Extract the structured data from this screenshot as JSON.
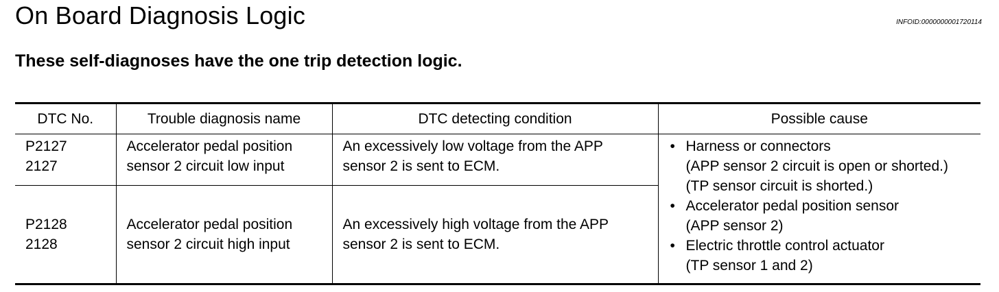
{
  "header": {
    "title": "On Board Diagnosis Logic",
    "info_id": "INFOID:0000000001720114"
  },
  "subtitle": "These self-diagnoses have the one trip detection logic.",
  "table": {
    "columns": [
      "DTC No.",
      "Trouble diagnosis name",
      "DTC detecting condition",
      "Possible cause"
    ],
    "rows": [
      {
        "dtc_1": "P2127",
        "dtc_2": "2127",
        "name_1": "Accelerator pedal position",
        "name_2": "sensor 2 circuit low input",
        "cond_1": "An excessively low voltage from the APP",
        "cond_2": "sensor 2 is sent to ECM."
      },
      {
        "dtc_1": "P2128",
        "dtc_2": "2128",
        "name_1": "Accelerator pedal position",
        "name_2": "sensor 2 circuit high input",
        "cond_1": "An excessively high voltage from the APP",
        "cond_2": "sensor 2 is sent to ECM."
      }
    ],
    "possible_cause": {
      "bullet": "•",
      "items": [
        {
          "lines": [
            "Harness or connectors",
            "(APP sensor 2 circuit is open or shorted.)",
            "(TP sensor circuit is shorted.)"
          ]
        },
        {
          "lines": [
            "Accelerator pedal position sensor",
            "(APP sensor 2)"
          ]
        },
        {
          "lines": [
            "Electric throttle control actuator",
            "(TP sensor 1 and 2)"
          ]
        }
      ]
    }
  }
}
